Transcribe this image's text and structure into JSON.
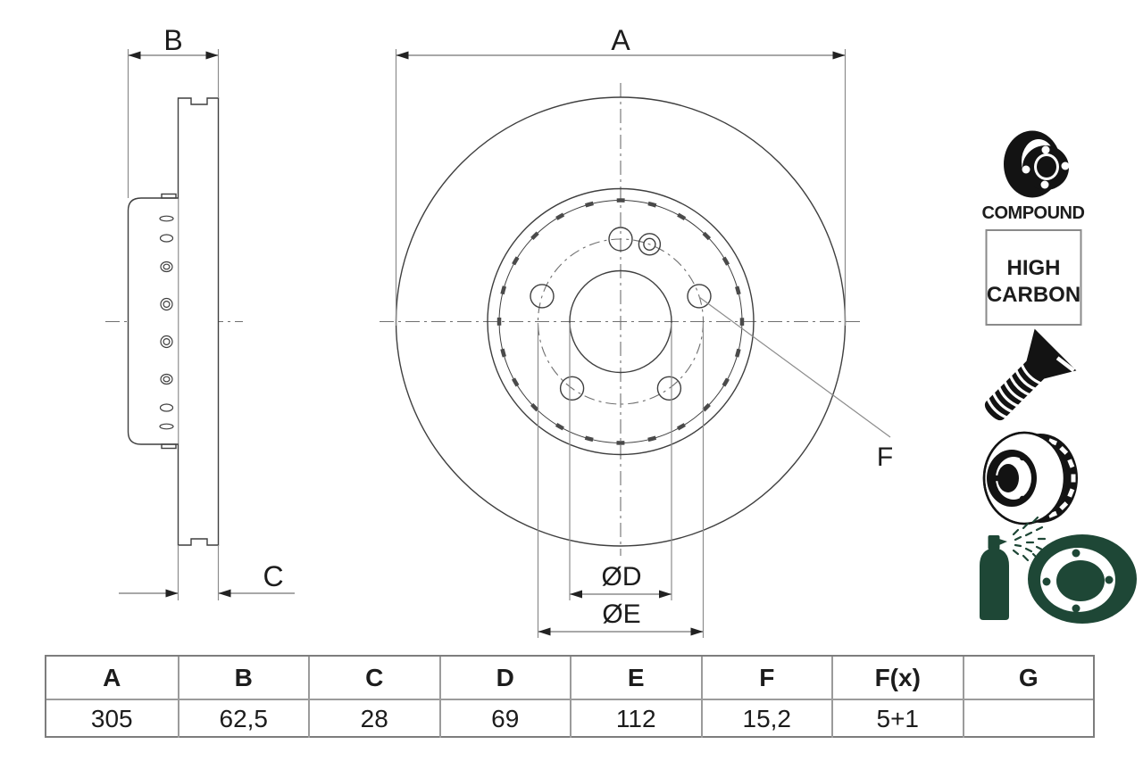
{
  "drawing": {
    "front_view": {
      "label_a": "A",
      "label_diameter_d": "ØD",
      "label_diameter_e": "ØE",
      "label_f": "F"
    },
    "side_view": {
      "label_b": "B",
      "label_c": "C"
    }
  },
  "badges": {
    "compound": "COMPOUND",
    "high_carbon_line1": "HIGH",
    "high_carbon_line2": "CARBON"
  },
  "icons": {
    "compound_disc": "compound-disc-icon",
    "countersunk_screw": "countersunk-screw-icon",
    "vented_disc": "vented-disc-icon",
    "spray_coating": "spray-coated-disc-icon"
  },
  "colors": {
    "line": "#3f3f3f",
    "dimension_line": "#8c8c8c",
    "arrow": "#222222",
    "accent_green": "#1e4736",
    "table_outer_border": "#7d7d7d",
    "table_inner_border": "#9b9b9b"
  },
  "table": {
    "headers": [
      "A",
      "B",
      "C",
      "D",
      "E",
      "F",
      "F(x)",
      "G"
    ],
    "values": [
      "305",
      "62,5",
      "28",
      "69",
      "112",
      "15,2",
      "5+1",
      ""
    ]
  }
}
